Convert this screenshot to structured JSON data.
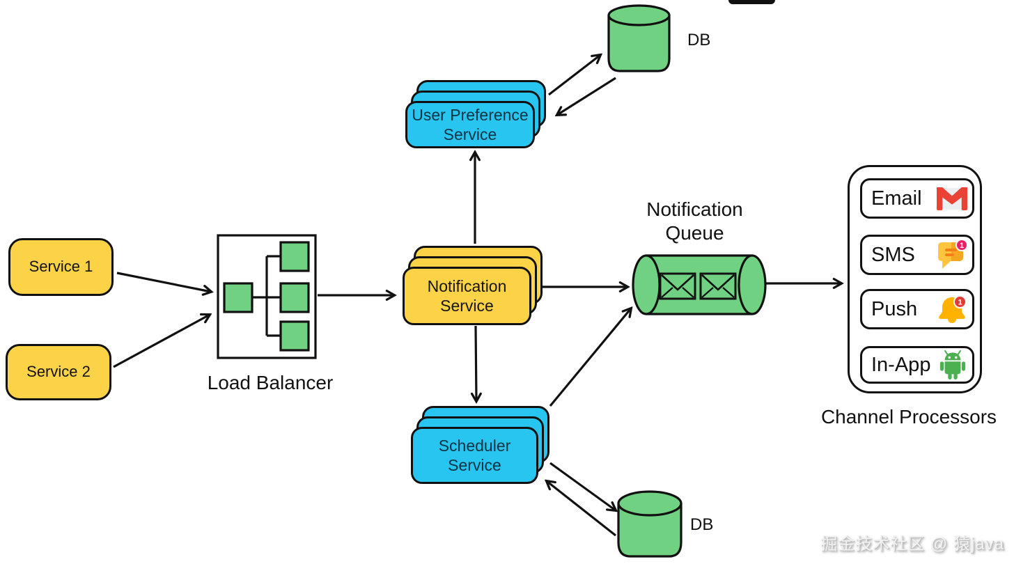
{
  "nodes": {
    "service1": {
      "label": "Service 1"
    },
    "service2": {
      "label": "Service 2"
    },
    "load_balancer": {
      "label": "Load Balancer"
    },
    "notification_service": {
      "line1": "Notification",
      "line2": "Service"
    },
    "user_preference_service": {
      "line1": "User Preference",
      "line2": "Service"
    },
    "scheduler_service": {
      "line1": "Scheduler",
      "line2": "Service"
    },
    "notification_queue": {
      "line1": "Notification",
      "line2": "Queue"
    },
    "db_top": {
      "label": "DB"
    },
    "db_bottom": {
      "label": "DB"
    },
    "channel_processors": {
      "label": "Channel Processors",
      "items": [
        {
          "label": "Email",
          "icon": "gmail-icon"
        },
        {
          "label": "SMS",
          "icon": "sms-chat-icon",
          "badge": "1"
        },
        {
          "label": "Push",
          "icon": "bell-icon",
          "badge": "1"
        },
        {
          "label": "In-App",
          "icon": "android-icon"
        }
      ]
    }
  },
  "watermark": "掘金技术社区 @ 猿java",
  "colors": {
    "node_yellow": "#FCD247",
    "node_blue": "#27C5F0",
    "node_green": "#6FD181",
    "outline": "#111111",
    "gmail_red": "#EA4335",
    "sms_badge_pink": "#E91E63",
    "push_badge_red": "#E53935",
    "android_green": "#4CAF50"
  }
}
